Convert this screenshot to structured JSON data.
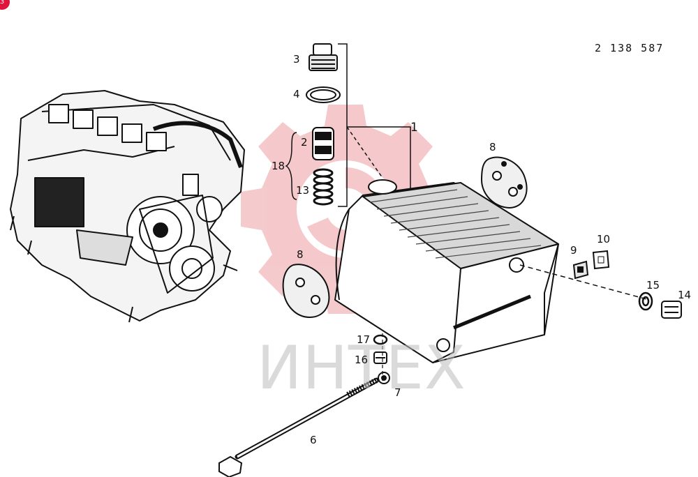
{
  "badge": "3",
  "drawing_number": "2 138 587",
  "watermark": "ИНТЕХ",
  "callouts": {
    "p1": "1",
    "p2": "2",
    "p3": "3",
    "p4": "4",
    "p6": "6",
    "p7": "7",
    "p8a": "8",
    "p8b": "8",
    "p9": "9",
    "p10": "10",
    "p13": "13",
    "p14": "14",
    "p15": "15",
    "p16": "16",
    "p17": "17",
    "p18": "18"
  },
  "colors": {
    "line": "#111111",
    "watermark_red": "#f2b8bc",
    "watermark_gray": "#bdbdbd",
    "badge": "#e0143c"
  }
}
